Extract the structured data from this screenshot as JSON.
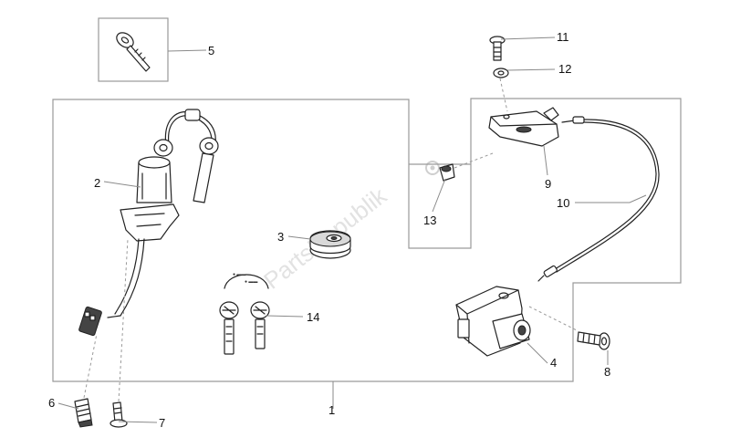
{
  "watermark": "PartsRepublik",
  "callouts": [
    {
      "id": "1",
      "label": "1"
    },
    {
      "id": "2",
      "label": "2"
    },
    {
      "id": "3",
      "label": "3"
    },
    {
      "id": "4",
      "label": "4"
    },
    {
      "id": "5",
      "label": "5"
    },
    {
      "id": "6",
      "label": "6"
    },
    {
      "id": "7",
      "label": "7"
    },
    {
      "id": "8",
      "label": "8"
    },
    {
      "id": "9",
      "label": "9"
    },
    {
      "id": "10",
      "label": "10"
    },
    {
      "id": "11",
      "label": "11"
    },
    {
      "id": "12",
      "label": "12"
    },
    {
      "id": "13",
      "label": "13"
    },
    {
      "id": "14",
      "label": "14"
    }
  ]
}
